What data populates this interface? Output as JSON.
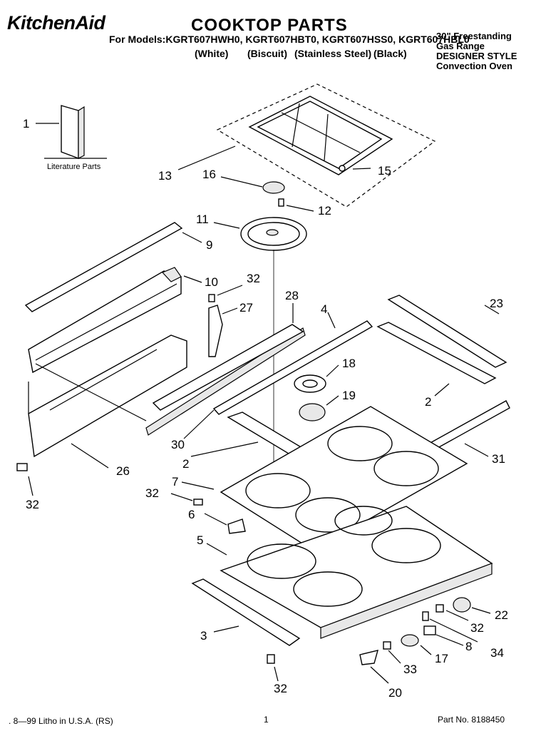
{
  "header": {
    "brand": "KitchenAid",
    "title": "COOKTOP PARTS",
    "models": "For Models:KGRT607HWH0, KGRT607HBT0, KGRT607HSS0, KGRT607HBL0",
    "colors": [
      "(White)",
      "(Biscuit)",
      "(Stainless Steel)",
      "(Black)"
    ],
    "description": [
      "30\" Freestanding",
      "Gas Range",
      "DESIGNER STYLE",
      "Convection Oven"
    ]
  },
  "diagram": {
    "literature_label": "Literature Parts",
    "callouts": [
      "1",
      "13",
      "16",
      "15",
      "12",
      "11",
      "9",
      "10",
      "32",
      "27",
      "28",
      "4",
      "23",
      "18",
      "19",
      "2",
      "31",
      "30",
      "2",
      "7",
      "32",
      "6",
      "26",
      "32",
      "5",
      "3",
      "22",
      "32",
      "8",
      "34",
      "17",
      "33",
      "32",
      "20"
    ]
  },
  "footer": {
    "print_info": ". 8—99 Litho in U.S.A. (RS)",
    "page_number": "1",
    "part_no": "Part No. 8188450"
  }
}
